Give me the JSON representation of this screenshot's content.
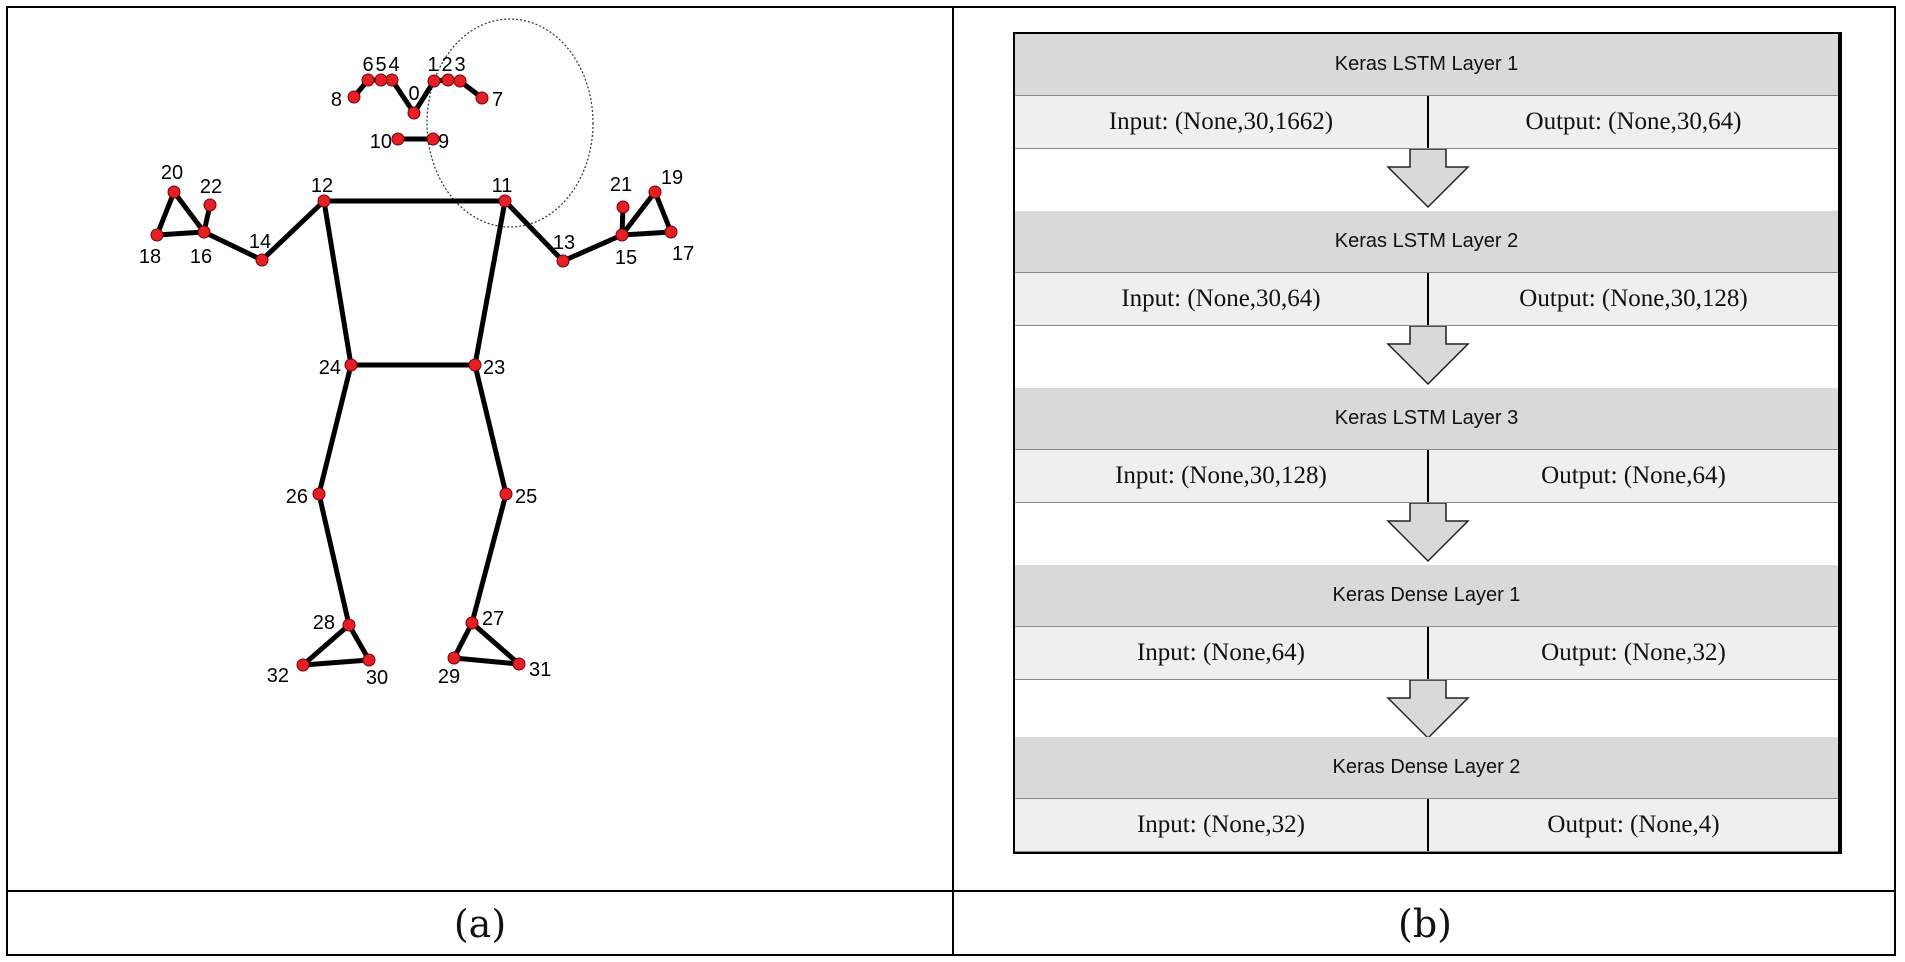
{
  "captions": {
    "a": "(a)",
    "b": "(b)"
  },
  "pose": {
    "landmarks": {
      "0": "0",
      "1": "1",
      "2": "2",
      "3": "3",
      "4": "4",
      "5": "5",
      "6": "6",
      "7": "7",
      "8": "8",
      "9": "9",
      "10": "10",
      "11": "11",
      "12": "12",
      "13": "13",
      "14": "14",
      "15": "15",
      "16": "16",
      "17": "17",
      "18": "18",
      "19": "19",
      "20": "20",
      "21": "21",
      "22": "22",
      "23": "23",
      "24": "24",
      "25": "25",
      "26": "26",
      "27": "27",
      "28": "28",
      "29": "29",
      "30": "30",
      "31": "31",
      "32": "32"
    },
    "colors": {
      "joint": "#e32026",
      "bone": "#000000"
    }
  },
  "architecture": {
    "layers": [
      {
        "title": "Keras LSTM Layer 1",
        "input": "Input: (None,30,1662)",
        "output": "Output: (None,30,64)"
      },
      {
        "title": "Keras LSTM Layer 2",
        "input": "Input: (None,30,64)",
        "output": "Output: (None,30,128)"
      },
      {
        "title": "Keras LSTM Layer 3",
        "input": "Input: (None,30,128)",
        "output": "Output: (None,64)"
      },
      {
        "title": "Keras Dense Layer 1",
        "input": "Input: (None,64)",
        "output": "Output: (None,32)"
      },
      {
        "title": "Keras Dense Layer 2",
        "input": "Input: (None,32)",
        "output": "Output: (None,4)"
      }
    ],
    "colors": {
      "title_bg": "#d9d9d9",
      "row_bg": "#efefef",
      "arrow_fill": "#d9d9d9"
    }
  }
}
